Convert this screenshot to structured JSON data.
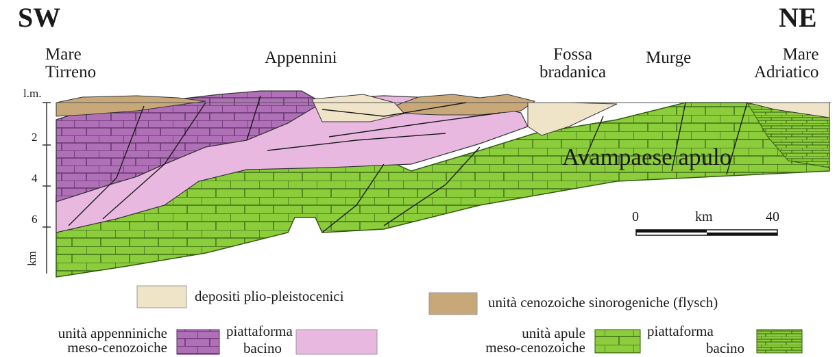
{
  "directions": {
    "left": "SW",
    "right": "NE"
  },
  "places": {
    "mare_tirreno": [
      "Mare",
      "Tirreno"
    ],
    "appennini": "Appennini",
    "fossa_bradanica": [
      "Fossa",
      "bradanica"
    ],
    "murge": "Murge",
    "mare_adriatico": [
      "Mare",
      "Adriatico"
    ]
  },
  "depth_axis": {
    "ticks": [
      "l.m.",
      "2",
      "4",
      "6"
    ],
    "unit": "km"
  },
  "foreland_label": "Avampaese apulo",
  "scale_bar": {
    "start": "0",
    "unit": "km",
    "end": "40"
  },
  "legend": {
    "plio_pleistocene": "depositi plio-pleistocenici",
    "flysch": "unità cenozoiche sinorogeniche (flysch)",
    "appennine_units": [
      "unità appenniniche",
      "meso-cenozoiche"
    ],
    "apulian_units": [
      "unità apule",
      "meso-cenozoiche"
    ],
    "platform": "piattaforma",
    "basin": "bacino"
  },
  "colors": {
    "plio_pleistocene": "#efe3c8",
    "flysch": "#c8a878",
    "appennine_platform": "#b070b8",
    "appennine_basin": "#e8b8e0",
    "apulian": "#8ccd3c"
  }
}
